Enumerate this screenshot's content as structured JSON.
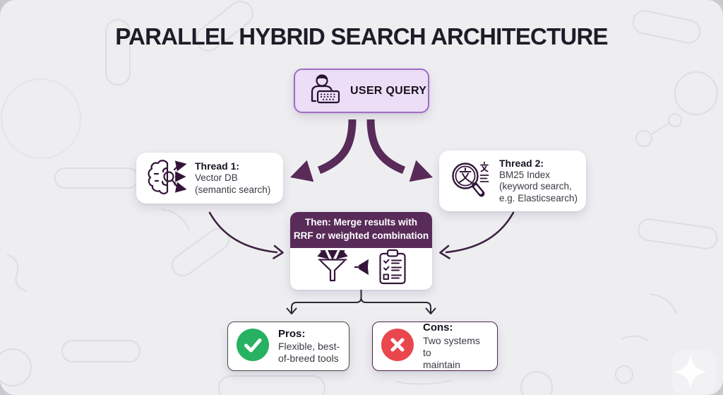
{
  "title": "PARALLEL HYBRID SEARCH ARCHITECTURE",
  "user_query": {
    "label": "USER QUERY"
  },
  "thread1": {
    "heading": "Thread 1:",
    "lines": [
      "Vector DB",
      "(semantic search)"
    ]
  },
  "thread2": {
    "heading": "Thread 2:",
    "lines": [
      "BM25 Index",
      "(keyword search,",
      "e.g. Elasticsearch)"
    ]
  },
  "merge": {
    "header_lines": [
      "Then: Merge results with",
      "RRF or weighted combination"
    ]
  },
  "pros": {
    "heading": "Pros:",
    "lines": [
      "Flexible, best-",
      "of-breed tools"
    ]
  },
  "cons": {
    "heading": "Cons:",
    "lines": [
      "Two systems to",
      "maintain"
    ]
  },
  "colors": {
    "background": "#eeeef1",
    "accent_purple": "#582b59",
    "icon_purple": "#34163a",
    "light_purple_fill": "#ecdef7",
    "purple_border": "#a06cc6",
    "success_green": "#27b261",
    "error_red": "#e9464e",
    "title_text": "#1d1d28"
  },
  "icons": {
    "user_query": "user-typing-icon",
    "thread1": "brain-search-icon",
    "thread2": "text-search-icon",
    "merge": [
      "funnel-icon",
      "branch-arrows-icon",
      "clipboard-checklist-icon"
    ],
    "pros": "check-circle-icon",
    "cons": "x-circle-icon",
    "watermark": "sparkle-icon"
  }
}
